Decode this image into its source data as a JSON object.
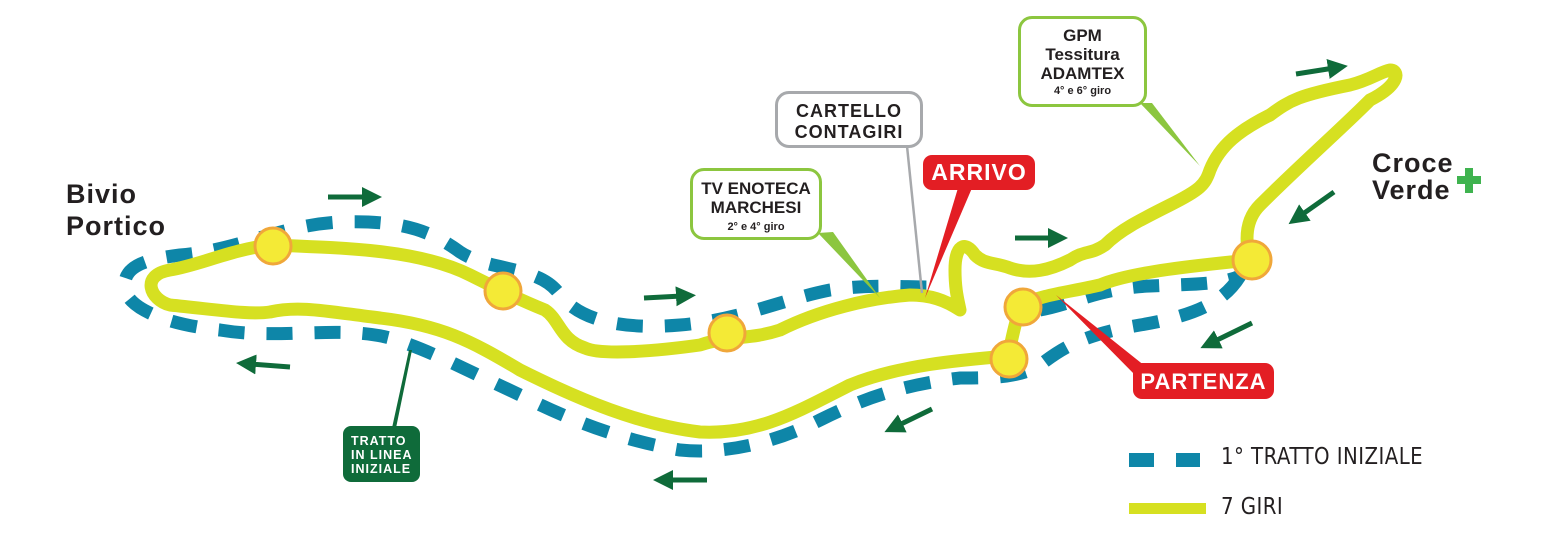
{
  "places": {
    "bivio_portico": [
      "Bivio",
      "Portico"
    ],
    "croce_verde": [
      "Croce",
      "Verde"
    ]
  },
  "callouts": {
    "tv_enoteca": {
      "title_lines": [
        "TV ENOTECA",
        "MARCHESI"
      ],
      "subtitle": "2° e 4° giro"
    },
    "cartello": {
      "title_lines": [
        "CARTELLO",
        "CONTAGIRI"
      ]
    },
    "gpm": {
      "title_lines": [
        "GPM",
        "Tessitura",
        "ADAMTEX"
      ],
      "subtitle": "4° e 6° giro"
    }
  },
  "tags": {
    "arrivo": "ARRIVO",
    "partenza": "PARTENZA",
    "tratto_in_linea": [
      "TRATTO",
      "IN LINEA",
      "INIZIALE"
    ]
  },
  "legend": {
    "items": [
      {
        "label": "1° TRATTO INIZIALE",
        "style": "dashed",
        "color": "#0e86a8"
      },
      {
        "label": "7 GIRI",
        "style": "solid",
        "color": "#d6e021"
      }
    ]
  },
  "colors": {
    "initial_route": "#0e86a8",
    "lap_route": "#d6e021",
    "direction_arrow": "#0f6b3a",
    "checkpoint_fill": "#f4ea36",
    "checkpoint_stroke": "#f0a73a",
    "start_finish": "#e31e24",
    "sponsor_callout": "#8cc63f",
    "info_callout": "#a7a9ac",
    "first_aid": "#3fb34f"
  },
  "icons": {
    "first_aid": "plus-cross-icon",
    "direction": "arrow-icon",
    "checkpoint": "circle-marker-icon"
  }
}
